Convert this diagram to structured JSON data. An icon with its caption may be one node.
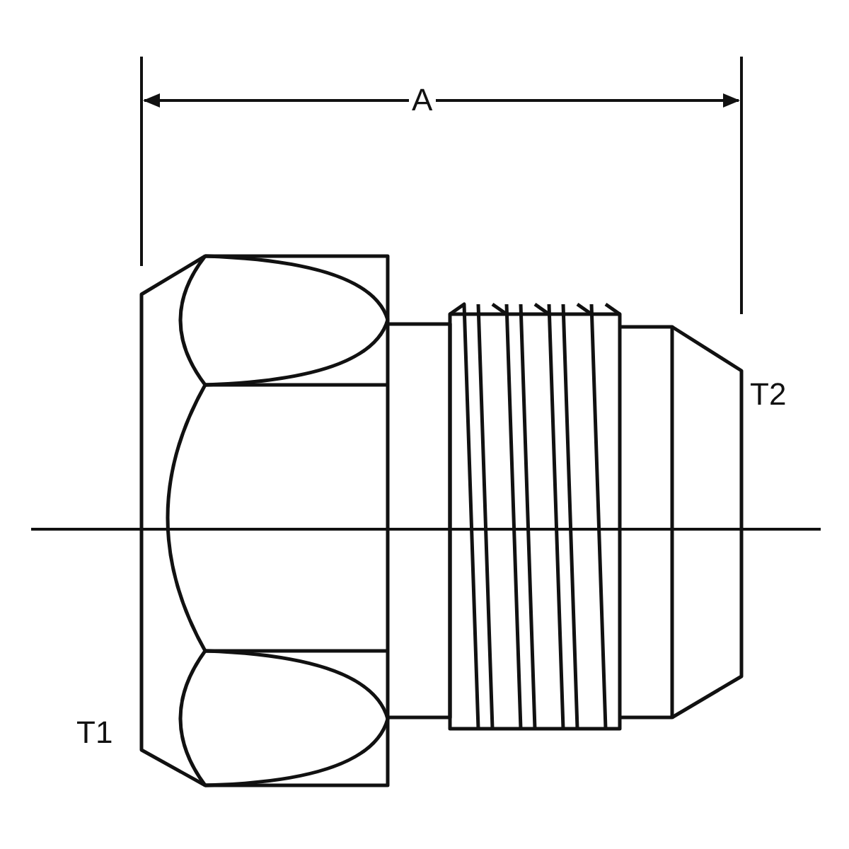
{
  "diagram": {
    "labels": [
      "A",
      "T2",
      "T1"
    ]
  }
}
